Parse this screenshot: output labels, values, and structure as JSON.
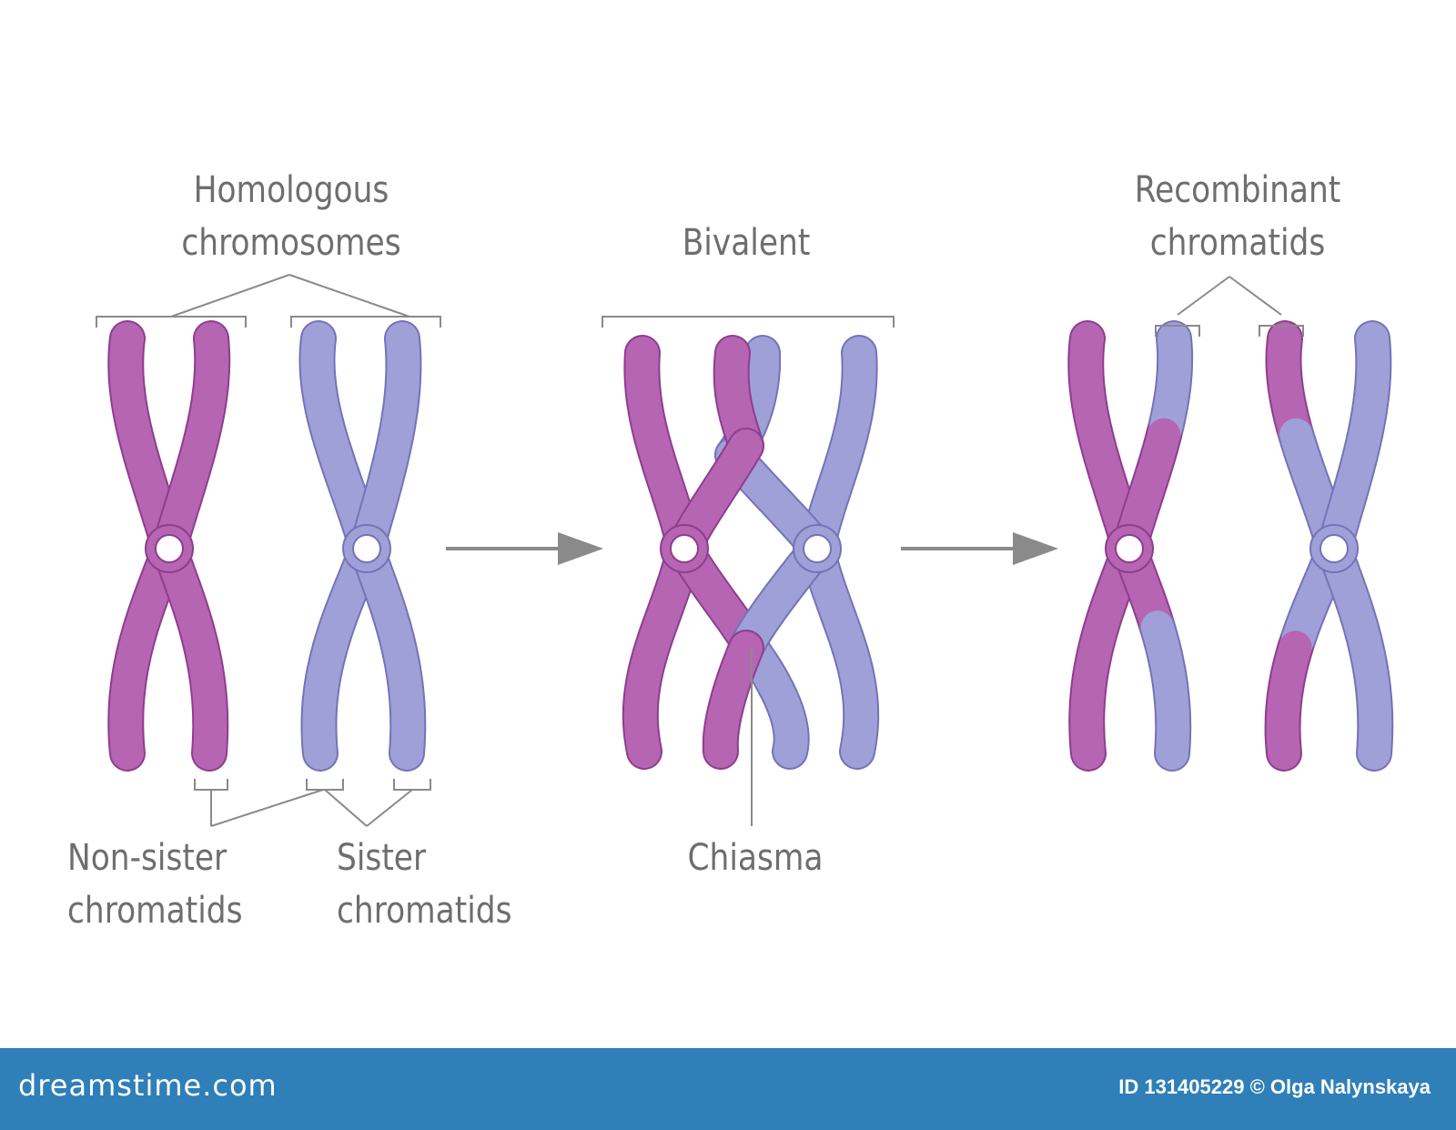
{
  "labels": {
    "homologous": [
      "Homologous",
      "chromosomes"
    ],
    "bivalent": "Bivalent",
    "recombinant": [
      "Recombinant",
      "chromatids"
    ],
    "non_sister": [
      "Non-sister",
      "chromatids"
    ],
    "sister": [
      "Sister",
      "chromatids"
    ],
    "chiasma": "Chiasma"
  },
  "footer": {
    "brand": "dreamstime.com",
    "credit": "ID 131405229 © Olga Nalynskaya"
  },
  "colors": {
    "magenta_fill": "#b565b1",
    "magenta_stroke": "#8e3d8f",
    "lilac_fill": "#9fa0d8",
    "lilac_stroke": "#7473b6",
    "annotation_line": "#8a8a8a",
    "arrow": "#8a8a8a",
    "footer_bg": "#2f7fb8"
  }
}
